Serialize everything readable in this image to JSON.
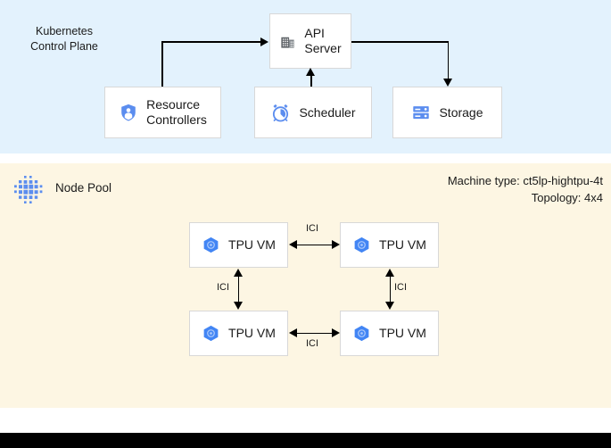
{
  "control_plane": {
    "title": "Kubernetes\nControl Plane",
    "background": "#e3f2fd",
    "nodes": [
      {
        "id": "api-server",
        "label": "API\nServer",
        "icon": "building-icon"
      },
      {
        "id": "resource-controllers",
        "label": "Resource\nControllers",
        "icon": "shield-person-icon"
      },
      {
        "id": "scheduler",
        "label": "Scheduler",
        "icon": "alarm-clock-icon"
      },
      {
        "id": "storage",
        "label": "Storage",
        "icon": "database-icon"
      }
    ],
    "connectors": [
      {
        "from": "resource-controllers",
        "to": "api-server",
        "direction": "one-way"
      },
      {
        "from": "scheduler",
        "to": "api-server",
        "direction": "one-way"
      },
      {
        "from": "api-server",
        "to": "storage",
        "direction": "one-way"
      }
    ]
  },
  "node_pool": {
    "title": "Node Pool",
    "icon": "tpu-dot-grid-icon",
    "background": "#fdf6e3",
    "machine_type_line": "Machine type: ct5lp-hightpu-4t",
    "topology_line": "Topology: 4x4",
    "vms": [
      {
        "id": "tpu-vm-1",
        "label": "TPU VM",
        "icon": "tpu-hexagon-icon"
      },
      {
        "id": "tpu-vm-2",
        "label": "TPU VM",
        "icon": "tpu-hexagon-icon"
      },
      {
        "id": "tpu-vm-3",
        "label": "TPU VM",
        "icon": "tpu-hexagon-icon"
      },
      {
        "id": "tpu-vm-4",
        "label": "TPU VM",
        "icon": "tpu-hexagon-icon"
      }
    ],
    "links": [
      {
        "id": "ici-top",
        "label": "ICI",
        "between": [
          "tpu-vm-1",
          "tpu-vm-2"
        ],
        "direction": "bidirectional"
      },
      {
        "id": "ici-left",
        "label": "ICI",
        "between": [
          "tpu-vm-1",
          "tpu-vm-3"
        ],
        "direction": "bidirectional"
      },
      {
        "id": "ici-right",
        "label": "ICI",
        "between": [
          "tpu-vm-2",
          "tpu-vm-4"
        ],
        "direction": "bidirectional"
      },
      {
        "id": "ici-bottom",
        "label": "ICI",
        "between": [
          "tpu-vm-3",
          "tpu-vm-4"
        ],
        "direction": "bidirectional"
      }
    ]
  },
  "colors": {
    "control_plane_bg": "#e3f2fd",
    "node_pool_bg": "#fdf6e3",
    "accent_blue": "#5b8def",
    "icon_grey": "#5f6368",
    "box_bg": "#ffffff",
    "box_border": "#d8d8d8",
    "connector": "#000000",
    "bottom_bar": "#000000"
  }
}
